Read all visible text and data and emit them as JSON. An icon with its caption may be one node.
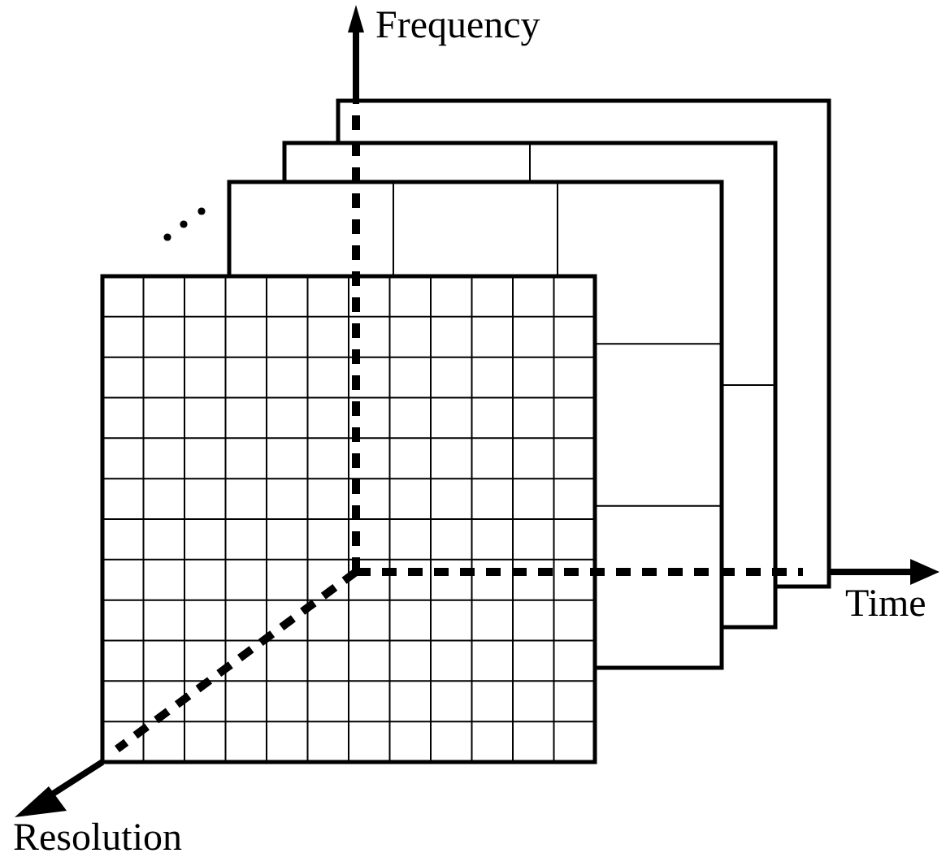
{
  "diagram": {
    "labels": [
      "Frequency",
      "Time",
      "Resolution"
    ]
  }
}
